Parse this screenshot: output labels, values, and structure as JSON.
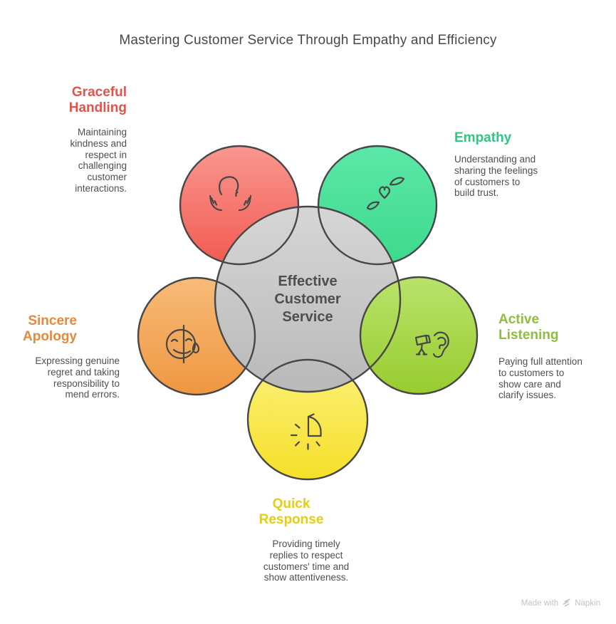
{
  "title": "Mastering Customer Service Through Empathy and Efficiency",
  "center": {
    "label": "Effective\nCustomer\nService",
    "fill_top": "#d6d6d6",
    "fill_bottom": "#bababa",
    "text_color": "#4e4e4e"
  },
  "nodes": {
    "graceful": {
      "title": "Graceful\nHandling",
      "desc": "Maintaining\nkindness and\nrespect in\nchallenging\ncustomer\ninteractions.",
      "accent": "#e2544b",
      "fill_top": "#f99790",
      "fill_bottom": "#f25b52",
      "icon": "hands-holding-head-icon"
    },
    "empathy": {
      "title": "Empathy",
      "desc": "Understanding and\nsharing the feelings\nof customers to\nbuild trust.",
      "accent": "#2ec783",
      "fill_top": "#5ce8a8",
      "fill_bottom": "#3dd98d",
      "icon": "hands-sharing-heart-icon"
    },
    "sincere": {
      "title": "Sincere\nApology",
      "desc": "Expressing genuine\nregret and taking\nresponsibility to\nmend errors.",
      "accent": "#e6893d",
      "fill_top": "#f7bb79",
      "fill_bottom": "#ef9740",
      "icon": "sad-face-tear-icon"
    },
    "active": {
      "title": "Active\nListening",
      "desc": "Paying full attention\nto customers to\nshow care and\nclarify issues.",
      "accent": "#8cbf3f",
      "fill_top": "#b9e36c",
      "fill_bottom": "#98cc2e",
      "icon": "megaphone-ear-icon"
    },
    "quick": {
      "title": "Quick\nResponse",
      "desc": "Providing timely\nreplies to respect\ncustomers' time and\nshow attentiveness.",
      "accent": "#e7cd12",
      "fill_top": "#fbf07a",
      "fill_bottom": "#f6e02a",
      "icon": "timer-quarter-icon"
    }
  },
  "footer": {
    "prefix": "Made with",
    "brand": "Napkin",
    "logo": "napkin-logo-icon",
    "color": "#c3c3c3"
  },
  "stroke_color": "#474747"
}
